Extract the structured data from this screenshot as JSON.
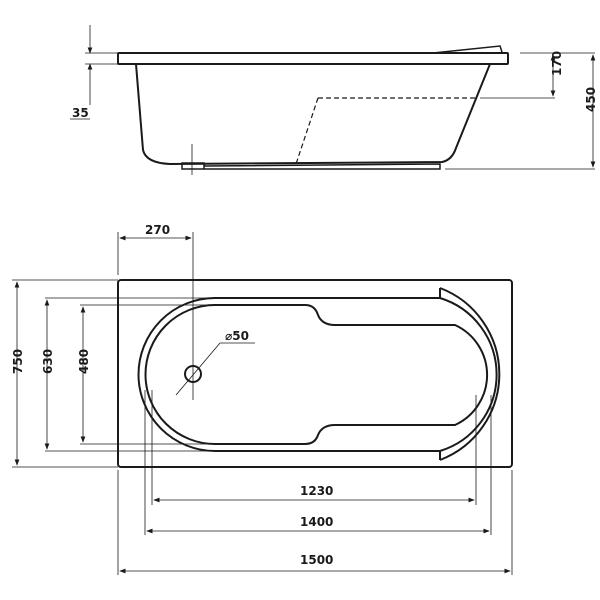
{
  "drawing": {
    "subject": "Bathtub technical drawing",
    "views": [
      "side-view",
      "plan-view"
    ],
    "side_view": {
      "rim_thickness": "35",
      "overflow_depth": "170",
      "total_height": "450"
    },
    "plan_view": {
      "drain_offset": "270",
      "drain_diameter": "⌀50",
      "total_width": "750",
      "outer_bowl_width": "630",
      "inner_bowl_width": "480",
      "inner_length": "1230",
      "bowl_length": "1400",
      "total_length": "1500"
    },
    "colors": {
      "line": "#1a1a1a",
      "background": "#ffffff"
    }
  }
}
